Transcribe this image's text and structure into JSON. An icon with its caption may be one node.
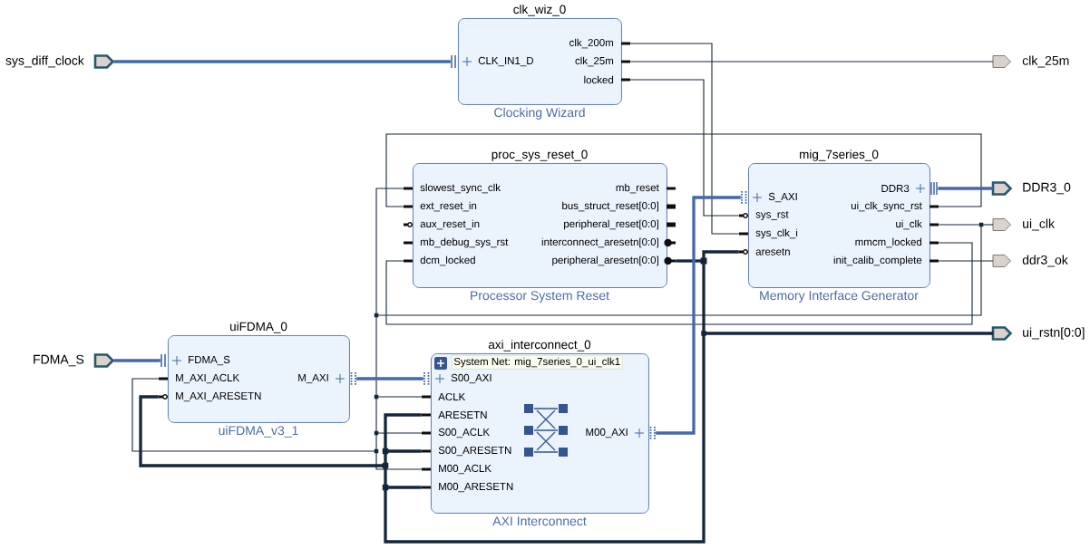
{
  "diagram": {
    "nodes": [
      {
        "text": [
          "sys_diff_clock"
        ]
      },
      {
        "text": [
          "clk_wiz_0",
          "Clocking Wizard"
        ]
      },
      {
        "text": [
          "CLK_IN1_D"
        ],
        "in": 1
      },
      {
        "text": [
          "clk_200m"
        ],
        "in": 1
      },
      {
        "text": [
          "clk_25m"
        ],
        "in": 1
      },
      {
        "text": [
          "locked"
        ],
        "in": 1
      },
      {
        "text": [
          "clk_25m"
        ]
      },
      {
        "text": [
          "proc_sys_reset_0",
          "Processor System Reset"
        ]
      },
      {
        "text": [
          "slowest_sync_clk"
        ],
        "in": 7
      },
      {
        "text": [
          "ext_reset_in"
        ],
        "in": 7
      },
      {
        "text": [
          "aux_reset_in"
        ],
        "in": 7
      },
      {
        "text": [
          "mb_debug_sys_rst"
        ],
        "in": 7
      },
      {
        "text": [
          "dcm_locked"
        ],
        "in": 7
      },
      {
        "text": [
          "mb_reset"
        ],
        "in": 7
      },
      {
        "text": [
          "bus_struct_reset[0:0]"
        ],
        "in": 7
      },
      {
        "text": [
          "peripheral_reset[0:0]"
        ],
        "in": 7
      },
      {
        "text": [
          "interconnect_aresetn[0:0]"
        ],
        "in": 7
      },
      {
        "text": [
          "peripheral_aresetn[0:0]"
        ],
        "in": 7
      },
      {
        "text": [
          "mig_7series_0",
          "Memory Interface Generator"
        ]
      },
      {
        "text": [
          "S_AXI"
        ],
        "in": 18
      },
      {
        "text": [
          "sys_rst"
        ],
        "in": 18
      },
      {
        "text": [
          "sys_clk_i"
        ],
        "in": 18
      },
      {
        "text": [
          "aresetn"
        ],
        "in": 18
      },
      {
        "text": [
          "DDR3"
        ],
        "in": 18
      },
      {
        "text": [
          "ui_clk_sync_rst"
        ],
        "in": 18
      },
      {
        "text": [
          "ui_clk"
        ],
        "in": 18
      },
      {
        "text": [
          "mmcm_locked"
        ],
        "in": 18
      },
      {
        "text": [
          "init_calib_complete"
        ],
        "in": 18
      },
      {
        "text": [
          "DDR3_0"
        ]
      },
      {
        "text": [
          "ui_clk"
        ]
      },
      {
        "text": [
          "ddr3_ok"
        ]
      },
      {
        "text": [
          "ui_rstn[0:0]"
        ]
      },
      {
        "text": [
          "FDMA_S"
        ]
      },
      {
        "text": [
          "uiFDMA_0",
          "uiFDMA_v3_1"
        ]
      },
      {
        "text": [
          "FDMA_S"
        ],
        "in": 33
      },
      {
        "text": [
          "M_AXI_ACLK"
        ],
        "in": 33
      },
      {
        "text": [
          "M_AXI_ARESETN"
        ],
        "in": 33
      },
      {
        "text": [
          "M_AXI"
        ],
        "in": 33
      },
      {
        "text": [
          "axi_interconnect_0",
          "AXI Interconnect"
        ]
      },
      {
        "text": [
          "S00_AXI"
        ],
        "in": 38
      },
      {
        "text": [
          "ACLK"
        ],
        "in": 38
      },
      {
        "text": [
          "ARESETN"
        ],
        "in": 38
      },
      {
        "text": [
          "S00_ACLK"
        ],
        "in": 38
      },
      {
        "text": [
          "S00_ARESETN"
        ],
        "in": 38
      },
      {
        "text": [
          "M00_ACLK"
        ],
        "in": 38
      },
      {
        "text": [
          "M00_ARESETN"
        ],
        "in": 38
      },
      {
        "text": [
          "M00_AXI"
        ],
        "in": 38
      }
    ],
    "edges": [
      {
        "from": 0,
        "to": 2,
        "arrow": "none",
        "style": "thick",
        "color": "#4468a8"
      },
      {
        "from": 3,
        "to": 21,
        "arrow": "none"
      },
      {
        "from": 4,
        "to": 6,
        "arrow": "none"
      },
      {
        "from": 5,
        "to": 20,
        "arrow": "none"
      },
      {
        "from": 24,
        "to": 9,
        "arrow": "none"
      },
      {
        "from": 26,
        "to": 12,
        "arrow": "none"
      },
      {
        "from": 23,
        "to": 28,
        "arrow": "none",
        "style": "thick",
        "color": "#4468a8"
      },
      {
        "from": 27,
        "to": 30,
        "arrow": "none"
      },
      {
        "from": 25,
        "to": 29,
        "arrow": "none"
      },
      {
        "from": 25,
        "to": 8,
        "arrow": "none"
      },
      {
        "from": 25,
        "to": 40,
        "arrow": "none"
      },
      {
        "from": 25,
        "to": 42,
        "arrow": "none"
      },
      {
        "from": 25,
        "to": 44,
        "arrow": "none"
      },
      {
        "from": 25,
        "to": 35,
        "arrow": "none"
      },
      {
        "from": 17,
        "to": 22,
        "arrow": "none",
        "style": "thick"
      },
      {
        "from": 17,
        "to": 31,
        "arrow": "none",
        "style": "thick"
      },
      {
        "from": 17,
        "to": 41,
        "arrow": "none",
        "style": "thick"
      },
      {
        "from": 17,
        "to": 43,
        "arrow": "none",
        "style": "thick"
      },
      {
        "from": 17,
        "to": 45,
        "arrow": "none",
        "style": "thick"
      },
      {
        "from": 17,
        "to": 36,
        "arrow": "none",
        "style": "thick"
      },
      {
        "from": 32,
        "to": 34,
        "arrow": "none",
        "style": "thick",
        "color": "#4468a8"
      },
      {
        "from": 37,
        "to": 39,
        "arrow": "none",
        "style": "thick",
        "color": "#4468a8"
      },
      {
        "from": 46,
        "to": 19,
        "arrow": "none",
        "style": "thick",
        "color": "#4468a8"
      }
    ],
    "labels": [
      "System Net: mig_7series_0_ui_clk1"
    ]
  }
}
